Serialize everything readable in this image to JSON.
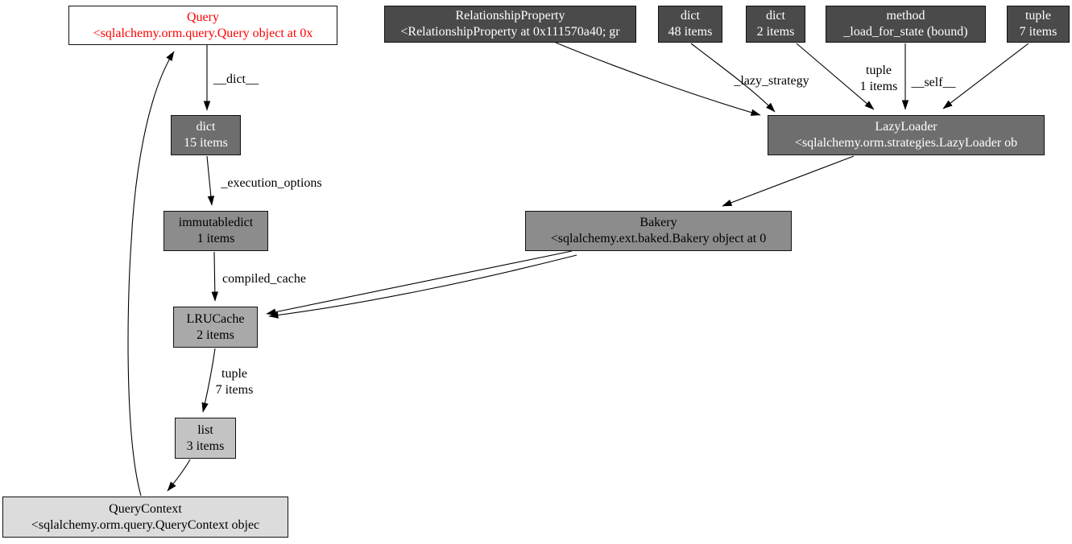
{
  "diagram": {
    "title": "object reference graph",
    "colors": {
      "background": "#ffffff",
      "highlight_text": "#ff0000",
      "edge": "#000000",
      "tier1_fill": "#4a4a4a",
      "tier2_fill": "#6e6e6e",
      "tier3_fill": "#8c8c8c",
      "tier4_fill": "#a9a9a9",
      "tier5_fill": "#c3c3c3",
      "tier6_fill": "#dcdcdc"
    },
    "nodes": {
      "query": "Query\n<sqlalchemy.orm.query.Query object at 0x",
      "relationship_property": "RelationshipProperty\n<RelationshipProperty at 0x111570a40; gr",
      "dict48": "dict\n48 items",
      "dict2": "dict\n2 items",
      "method_load_for_state": "method\n_load_for_state (bound)",
      "tuple7": "tuple\n7 items",
      "lazy_loader": "LazyLoader\n<sqlalchemy.orm.strategies.LazyLoader ob",
      "dict15": "dict\n15 items",
      "immutabledict": "immutabledict\n1 items",
      "bakery": "Bakery\n<sqlalchemy.ext.baked.Bakery object at 0",
      "lru_cache": "LRUCache\n2 items",
      "list3": "list\n3 items",
      "query_context": "QueryContext\n<sqlalchemy.orm.query.QueryContext objec"
    },
    "edge_labels": {
      "dict_attr": "__dict__",
      "execution_options": "_execution_options",
      "compiled_cache": "compiled_cache",
      "tuple_7_items": "tuple\n7 items",
      "lazy_strategy": "_lazy_strategy",
      "tuple_1_items": "tuple\n1 items",
      "self_attr": "__self__"
    }
  }
}
